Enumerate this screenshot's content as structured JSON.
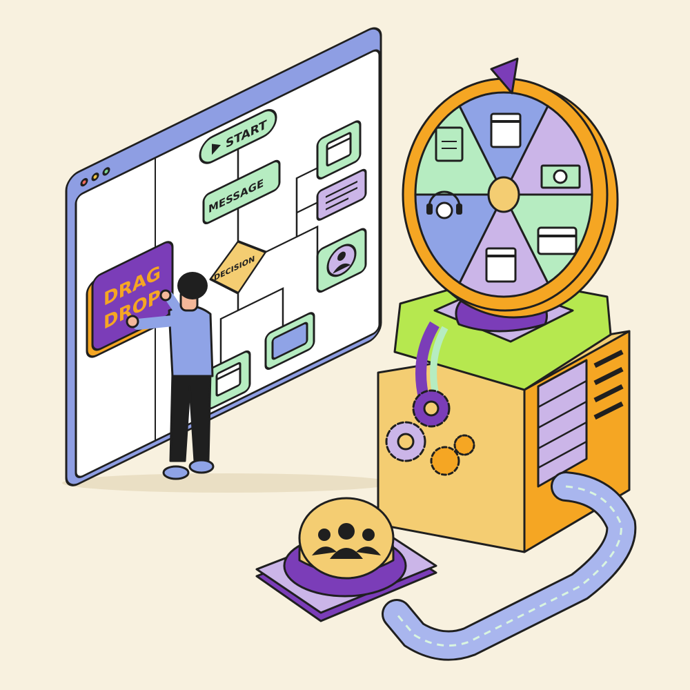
{
  "flowchart": {
    "start_label": "START",
    "message_label": "MESSAGE",
    "decision_label": "DECISION",
    "drag_label": "DRAG",
    "drop_label": "DROP"
  },
  "colors": {
    "background": "#f8f1df",
    "frame": "#8e9ee3",
    "green": "#b6ecc1",
    "purple": "#7b3db8",
    "lavender": "#cbb5e8",
    "orange": "#f5a623",
    "yellow": "#f4cd72",
    "blue": "#8fa3e6"
  },
  "icons": [
    "calendar-icon",
    "message-icon",
    "user-icon",
    "credit-card-icon",
    "clipboard-icon",
    "money-icon",
    "headset-icon",
    "gear-icon",
    "team-icon",
    "play-icon"
  ]
}
